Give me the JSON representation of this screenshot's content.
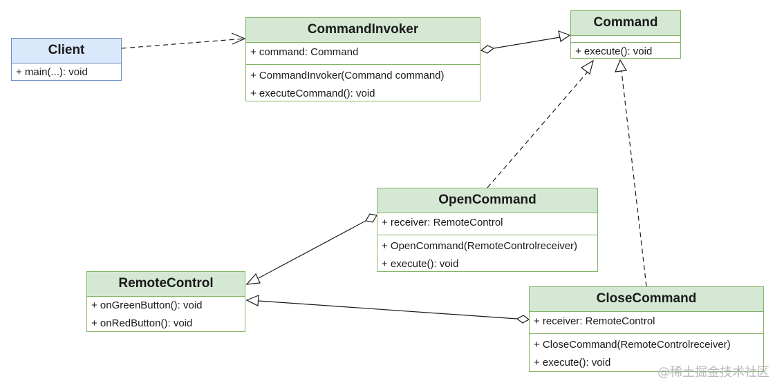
{
  "classes": {
    "client": {
      "name": "Client",
      "attributes": [],
      "methods": [
        "+ main(...): void"
      ]
    },
    "command_invoker": {
      "name": "CommandInvoker",
      "attributes": [
        "+ command: Command"
      ],
      "methods": [
        "+ CommandInvoker(Command command)",
        "+ executeCommand(): void"
      ]
    },
    "command": {
      "name": "Command",
      "attributes": [],
      "methods": [
        "+ execute(): void"
      ]
    },
    "open_command": {
      "name": "OpenCommand",
      "attributes": [
        "+ receiver: RemoteControl"
      ],
      "methods": [
        "+ OpenCommand(RemoteControlreceiver)",
        "+ execute(): void"
      ]
    },
    "remote_control": {
      "name": "RemoteControl",
      "attributes": [],
      "methods": [
        "+ onGreenButton(): void",
        "+ onRedButton(): void"
      ]
    },
    "close_command": {
      "name": "CloseCommand",
      "attributes": [
        "+ receiver: RemoteControl"
      ],
      "methods": [
        "+ CloseCommand(RemoteControlreceiver)",
        "+ execute(): void"
      ]
    }
  },
  "relationships": [
    {
      "from": "Client",
      "to": "CommandInvoker",
      "type": "dependency"
    },
    {
      "from": "CommandInvoker",
      "to": "Command",
      "type": "aggregation"
    },
    {
      "from": "OpenCommand",
      "to": "Command",
      "type": "realization"
    },
    {
      "from": "CloseCommand",
      "to": "Command",
      "type": "realization"
    },
    {
      "from": "OpenCommand",
      "to": "RemoteControl",
      "type": "aggregation"
    },
    {
      "from": "CloseCommand",
      "to": "RemoteControl",
      "type": "aggregation"
    }
  ],
  "watermark": "@稀土掘金技术社区"
}
